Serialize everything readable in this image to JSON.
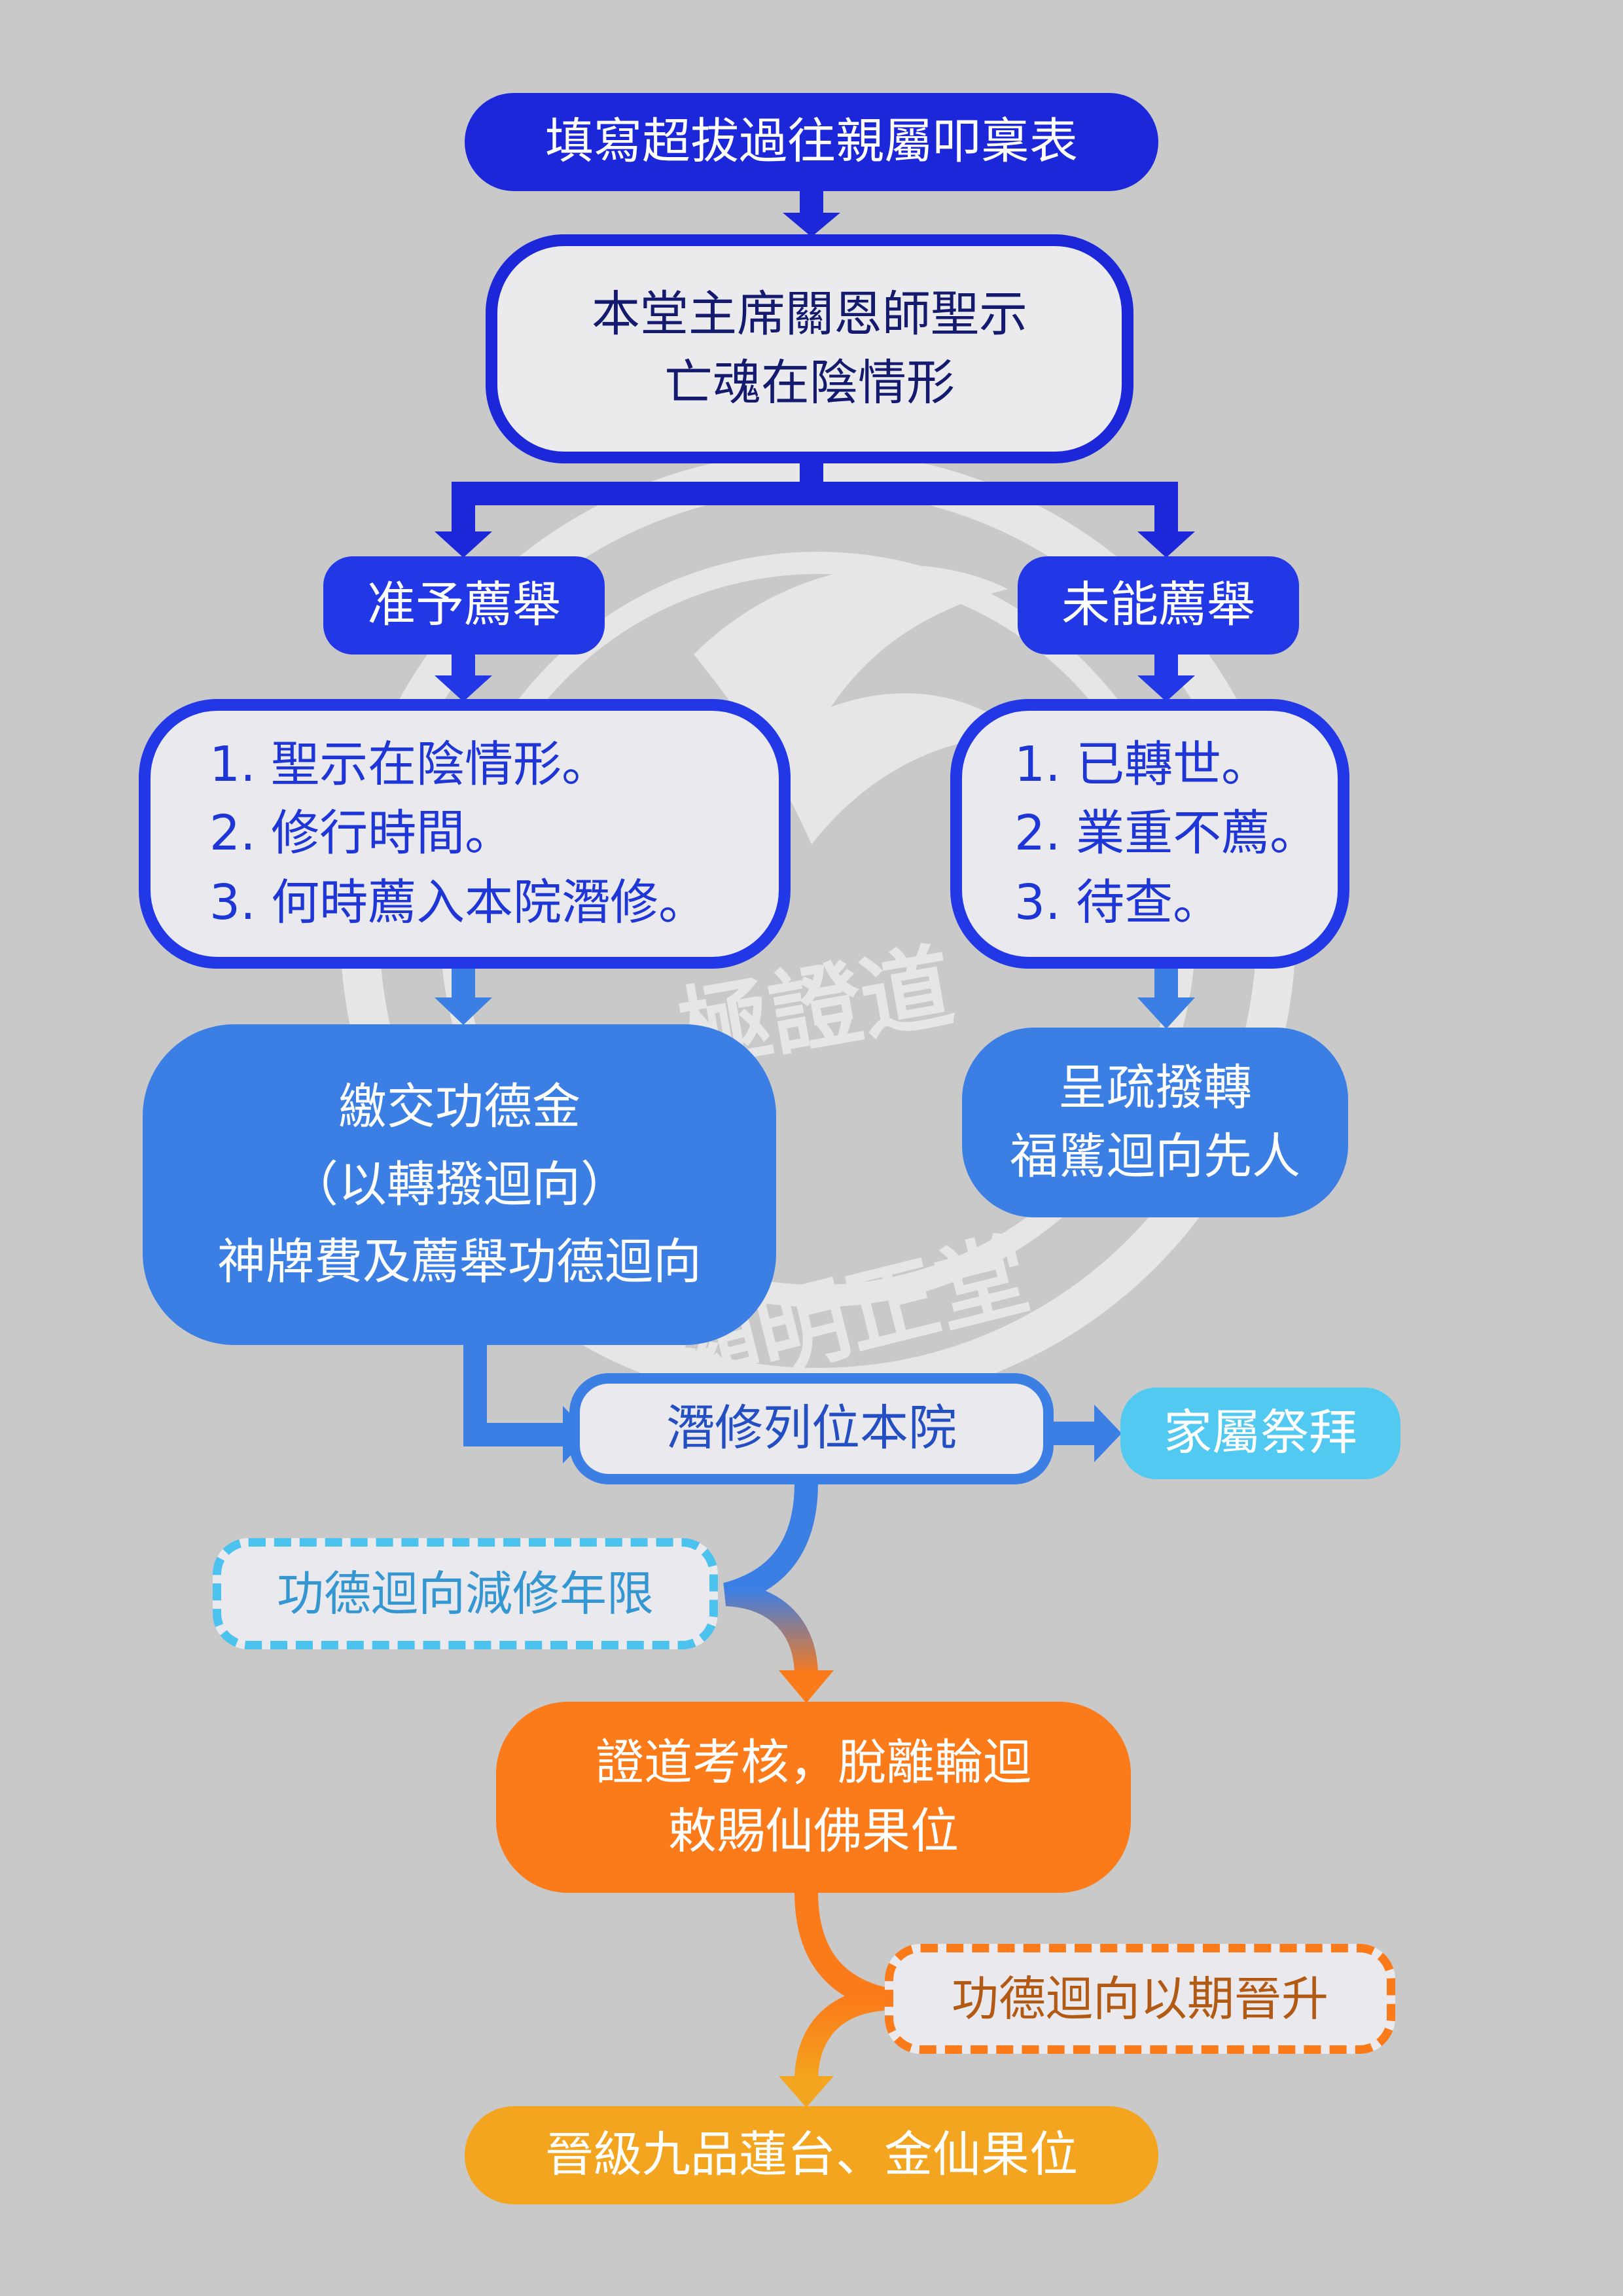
{
  "flowchart": {
    "start": "填寫超拔過往親屬叩稟表",
    "divine": [
      "本堂主席關恩師聖示",
      "亡魂在陰情形"
    ],
    "approve": "准予薦舉",
    "deny": "未能薦舉",
    "approve_list": [
      "1. 聖示在陰情形。",
      "2. 修行時間。",
      "3. 何時薦入本院潛修。"
    ],
    "deny_list": [
      "1. 已轉世。",
      "2. 業重不薦。",
      "3. 待查。"
    ],
    "fee": [
      "繳交功德金",
      "（以轉撥迴向）",
      "神牌費及薦舉功德迴向"
    ],
    "memorial": [
      "呈疏撥轉",
      "福騭迴向先人"
    ],
    "practice": "潛修列位本院",
    "family": "家屬祭拜",
    "reduce": "功德迴向減修年限",
    "exam": [
      "證道考核，脫離輪迴",
      "敕賜仙佛果位"
    ],
    "ascend": "功德迴向以期晉升",
    "final": "晉級九品蓮台、金仙果位"
  },
  "watermark": {
    "top_text": "極證道",
    "bottom_text": "顯明正堂"
  },
  "colors": {
    "background": "#c9c9c9",
    "dark_blue": "#1b27d8",
    "blue": "#2238e6",
    "mid_blue": "#3b7fe5",
    "light_blue": "#51c9f0",
    "orange": "#fb7a1a",
    "gold": "#f4a51f"
  }
}
